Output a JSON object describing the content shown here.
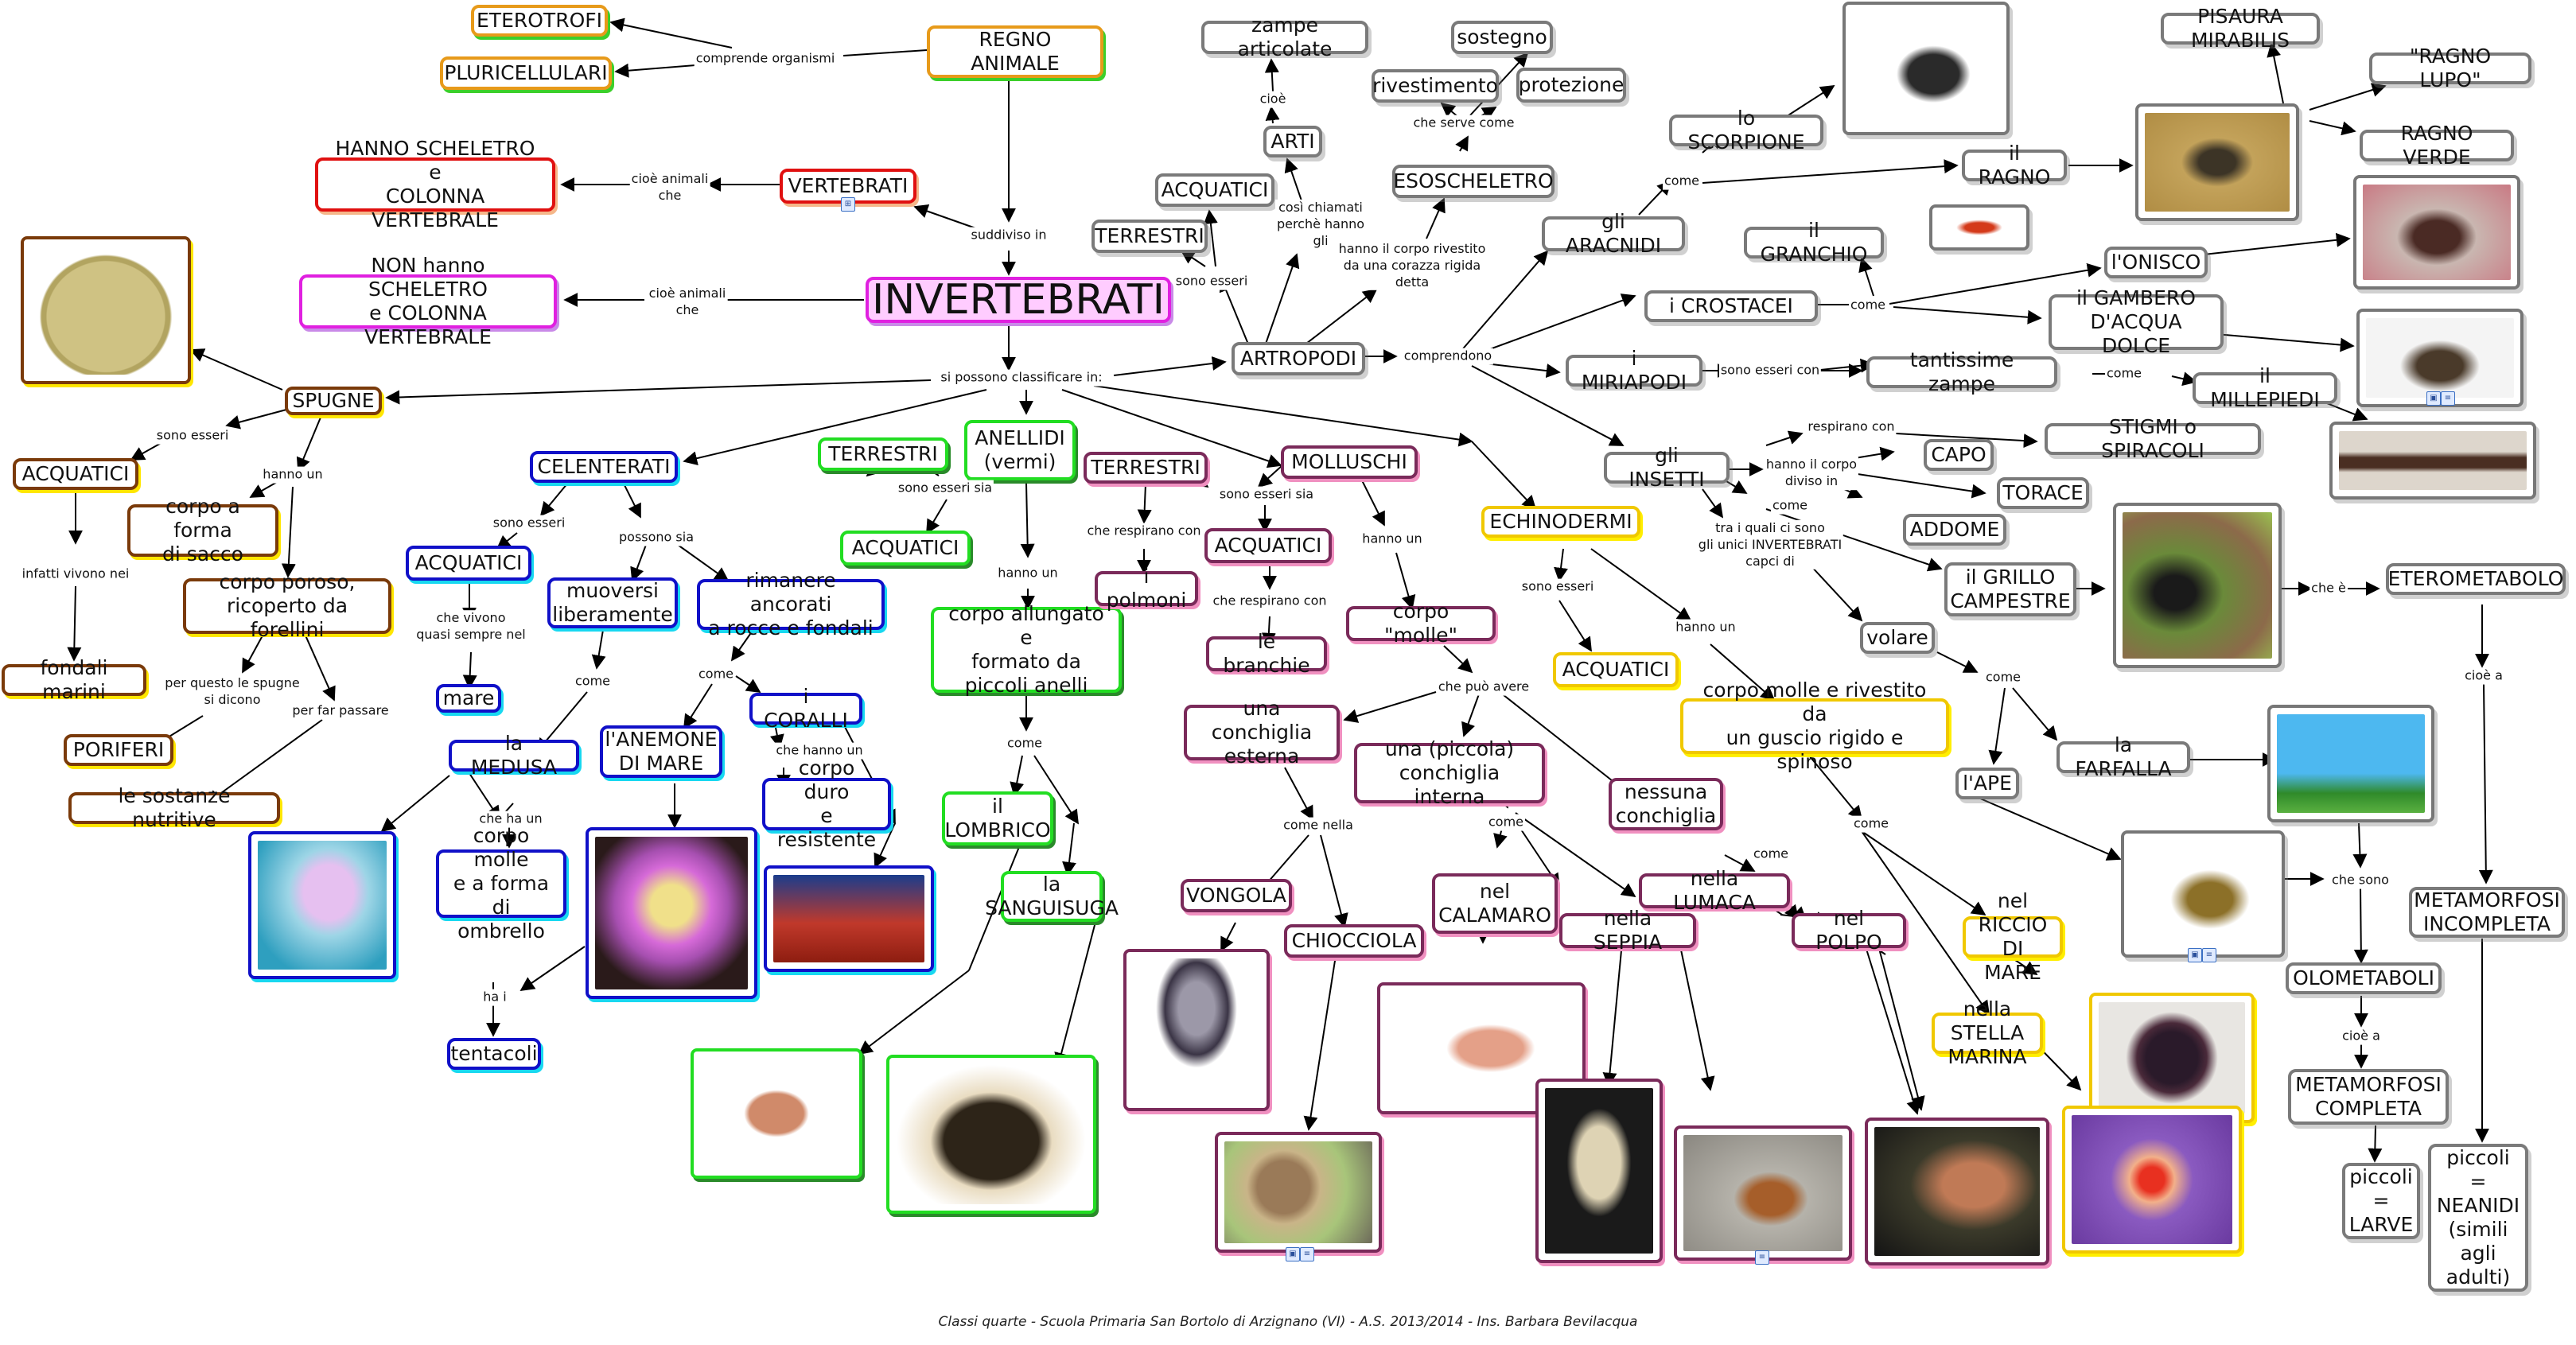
{
  "title": "INVERTEBRATI",
  "footer": "Classi quarte - Scuola Primaria San Bortolo di Arzignano (VI) - A.S. 2013/2014 - Ins. Barbara Bevilacqua",
  "colors": {
    "root": "#e79a1a",
    "vertebrati": "#e01010",
    "invertebrati": "#e020e0",
    "invertebrati_fill": "#ffccff",
    "spugne": "#7a3a0a",
    "celenterati": "#1010c8",
    "anellidi": "#22dd22",
    "molluschi": "#7a2a5a",
    "echinodermi": "#f0c800",
    "artropodi": "#7a7a7a"
  },
  "nodes": {
    "regno_animale": "REGNO ANIMALE",
    "eterotrofi": "ETEROTROFI",
    "pluricellulari": "PLURICELLULARI",
    "vertebrati": "VERTEBRATI",
    "hanno_scheletro": "HANNO SCHELETRO e\nCOLONNA VERTEBRALE",
    "invertebrati": "INVERTEBRATI",
    "non_hanno_scheletro": "NON hanno SCHELETRO\ne COLONNA VERTEBRALE",
    "spugne": "SPUGNE",
    "spugne_acquatici": "ACQUATICI",
    "corpo_sacco": "corpo a forma\ndi sacco",
    "corpo_poroso": "corpo poroso,\nricoperto da forellini",
    "fondali_marini": "fondali marini",
    "poriferi": "PORIFERI",
    "sostanze_nutritive": "le sostanze nutritive",
    "celenterati": "CELENTERATI",
    "cel_acquatici": "ACQUATICI",
    "mare": "mare",
    "muoversi": "muoversi\nliberamente",
    "rimanere": "rimanere ancorati\na rocce e fondali",
    "medusa": "la MEDUSA",
    "anemone": "l'ANEMONE\nDI MARE",
    "coralli": "i CORALLI",
    "corpo_duro": "corpo duro\ne resistente",
    "corpo_ombrello": "corpo molle\ne a forma\ndi ombrello",
    "tentacoli": "tentacoli",
    "anellidi": "ANELLIDI\n(vermi)",
    "ane_terrestri": "TERRESTRI",
    "ane_acquatici": "ACQUATICI",
    "corpo_allungato": "corpo allungato e\nformato da\npiccoli anelli",
    "lombrico": "il\nLOMBRICO",
    "sanguisuga": "la\nSANGUISUGA",
    "molluschi": "MOLLUSCHI",
    "mol_terrestri": "TERRESTRI",
    "mol_acquatici": "ACQUATICI",
    "polmoni": "i polmoni",
    "branchie": "le branchie",
    "corpo_molle": "corpo \"molle\"",
    "conchiglia_esterna": "una conchiglia\nesterna",
    "conchiglia_interna": "una (piccola)\nconchiglia interna",
    "nessuna_conchiglia": "nessuna\nconchiglia",
    "vongola": "VONGOLA",
    "chiocciola": "CHIOCCIOLA",
    "calamaro": "nel\nCALAMARO",
    "seppia": "nella SEPPIA",
    "lumaca": "nella LUMACA",
    "polpo": "nel POLPO",
    "echinodermi": "ECHINODERMI",
    "echi_acquatici": "ACQUATICI",
    "guscio": "corpo molle e rivestito da\nun guscio rigido e spinoso",
    "riccio": "nel RICCIO\nDI MARE",
    "stella": "nella STELLA\nMARINA",
    "artropodi": "ARTROPODI",
    "art_acquatici": "ACQUATICI",
    "art_terrestri": "TERRESTRI",
    "arti": "ARTI",
    "zampe_articolate": "zampe articolate",
    "esoscheletro": "ESOSCHELETRO",
    "rivestimento": "rivestimento",
    "sostegno": "sostegno",
    "protezione": "protezione",
    "aracnidi": "gli ARACNIDI",
    "scorpione": "lo SCORPIONE",
    "ragno": "il RAGNO",
    "pisaura": "PISAURA MIRABILIS",
    "ragno_lupo": "\"RAGNO LUPO\"",
    "ragno_verde": "RAGNO VERDE",
    "crostacei": "i CROSTACEI",
    "granchio": "il GRANCHIO",
    "onisco": "l'ONISCO",
    "gambero": "il GAMBERO\nD'ACQUA DOLCE",
    "miriapodi": "i MIRIAPODI",
    "tantissime_zampe": "tantissime zampe",
    "millepiedi": "il MILLEPIEDI",
    "insetti": "gli INSETTI",
    "stigmi": "STIGMI o SPIRACOLI",
    "capo": "CAPO",
    "torace": "TORACE",
    "addome": "ADDOME",
    "grillo": "il GRILLO\nCAMPESTRE",
    "volare": "volare",
    "ape": "l'APE",
    "farfalla": "la FARFALLA",
    "eterometabolo": "ETEROMETABOLO",
    "metamorfosi_incompleta": "METAMORFOSI\nINCOMPLETA",
    "olometaboli": "OLOMETABOLI",
    "metamorfosi_completa": "METAMORFOSI\nCOMPLETA",
    "larve": "piccoli\n=\nLARVE",
    "neanidi": "piccoli\n=\nNEANIDI\n(simili\nagli\nadulti)"
  },
  "link_labels": {
    "comprende_organismi": "comprende organismi",
    "suddiviso_in": "suddiviso in",
    "cioe_animali_che_1": "cioè animali\nche",
    "cioe_animali_che_2": "cioè animali\nche",
    "si_possono_classificare": "si possono classificare in:",
    "spu_sono_esseri": "sono esseri",
    "spu_hanno_un": "hanno un",
    "infatti_vivono": "infatti vivono nei",
    "per_questo": "per questo le spugne\nsi dicono",
    "per_far_passare": "per far passare",
    "cel_sono_esseri": "sono esseri",
    "possono_sia": "possono sia",
    "che_vivono": "che vivono\nquasi sempre nel",
    "cel_come1": "come",
    "cel_come2": "come",
    "che_ha_un": "che ha un",
    "che_hanno_un": "che hanno un",
    "ha_i": "ha i",
    "ane_sono_esseri_sia": "sono esseri sia",
    "ane_hanno_un": "hanno un",
    "ane_come": "come",
    "mol_sono_esseri_sia": "sono esseri sia",
    "che_respirano_1": "che respirano con",
    "che_respirano_2": "che respirano con",
    "mol_hanno_un": "hanno un",
    "che_puo_avere": "che può avere",
    "come_nella": "come nella",
    "mol_come1": "come",
    "mol_come2": "come",
    "echi_sono_esseri": "sono esseri",
    "echi_hanno_un": "hanno un",
    "echi_come": "come",
    "art_sono_esseri": "sono esseri",
    "cosi_chiamati": "così chiamati\nperchè hanno\ngli",
    "cioe": "cioè",
    "hanno_corpo_rivestito": "hanno il corpo rivestito\nda una corazza rigida\ndetta",
    "che_serve_come": "che serve come",
    "comprendono": "comprendono",
    "ara_come": "come",
    "cro_come": "come",
    "mir_sono_esseri_con": "sono esseri con",
    "mir_come": "come",
    "respirano_con": "respirano con",
    "hanno_corpo_diviso": "hanno il corpo\ndiviso in",
    "ins_come": "come",
    "tra_i_quali": "tra i quali ci sono\ngli unici INVERTEBRATI\ncapci di",
    "vol_come": "come",
    "che_e": "che è",
    "cioe_a_1": "cioè a",
    "che_sono": "che sono",
    "cioe_a_2": "cioè a"
  },
  "images": {
    "spugna": "sponge-photo",
    "medusa": "jellyfish-photo",
    "anemone": "sea-anemone-photo",
    "corallo": "coral-photo",
    "lombrico": "earthworm-photo",
    "sanguisuga": "leech-photo",
    "vongola": "clam-photo",
    "chiocciola": "snail-photo",
    "calamaro": "squid-photo",
    "seppia": "cuttlefish-photo",
    "lumaca": "slug-photo",
    "polpo": "octopus-photo",
    "riccio": "sea-urchin-photo",
    "stella": "starfish-photo",
    "scorpione": "scorpion-photo",
    "ragno": "spider-photo",
    "granchio": "crab-photo",
    "onisco": "woodlouse-photo",
    "gambero": "crayfish-photo",
    "millepiedi": "millipede-photo",
    "grillo": "cricket-photo",
    "farfalla": "butterfly-photo",
    "ape": "bee-photo"
  }
}
